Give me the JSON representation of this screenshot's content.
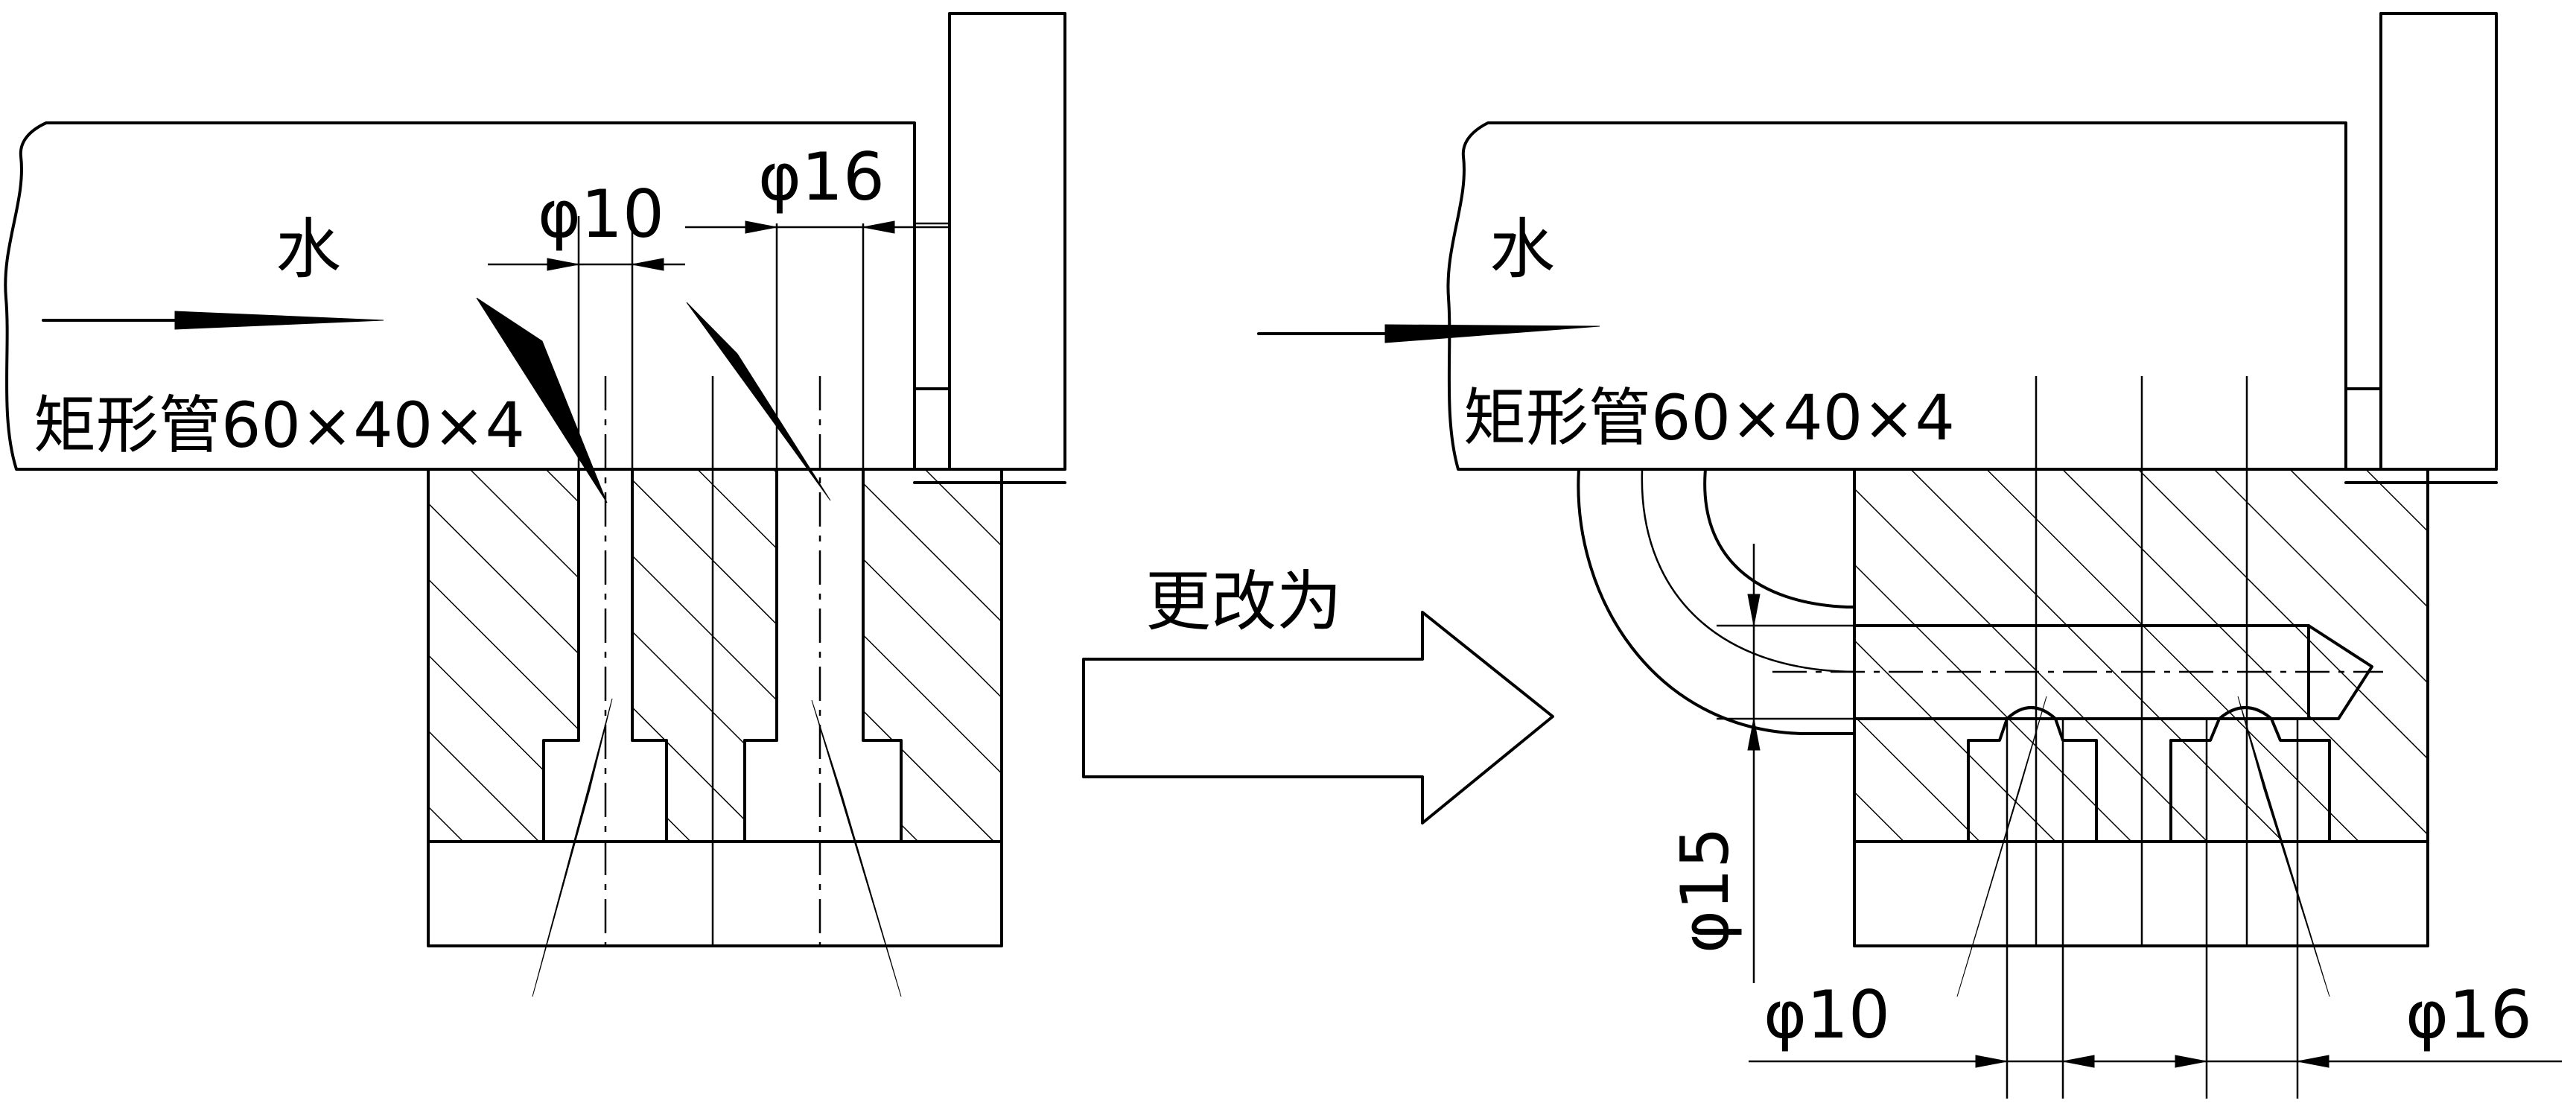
{
  "labels": {
    "water": "水",
    "tube": "矩形管60×40×4",
    "change_to": "更改为",
    "d10": "φ10",
    "d16": "φ16",
    "d15": "φ15"
  }
}
